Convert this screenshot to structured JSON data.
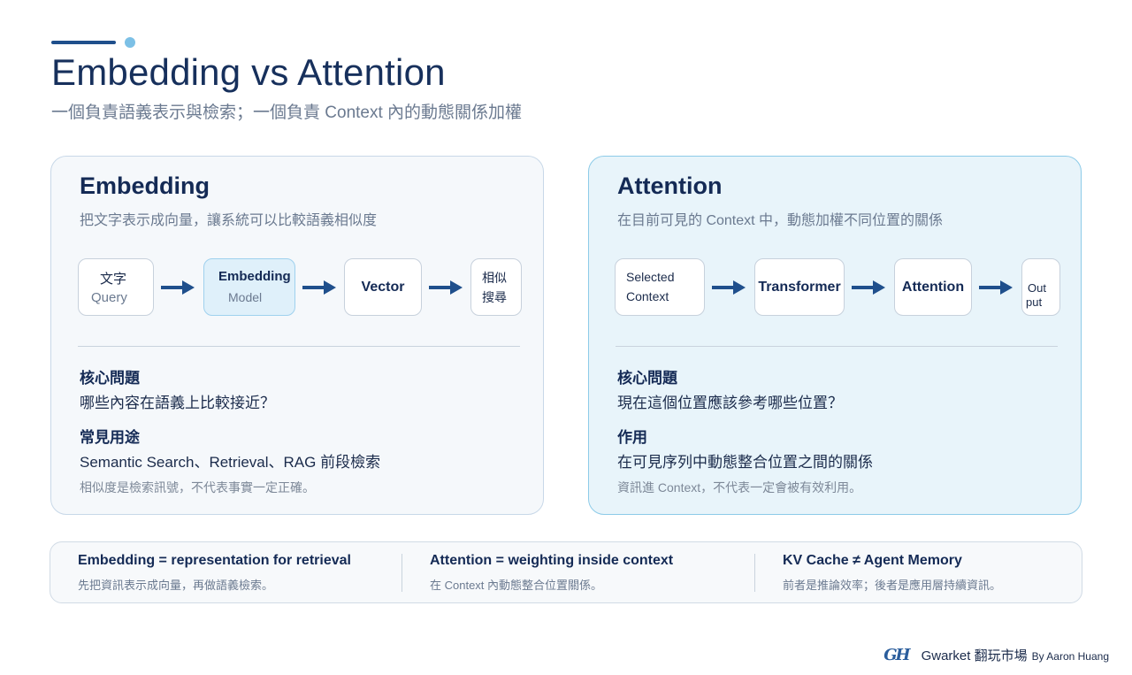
{
  "header": {
    "title": "Embedding vs Attention",
    "subtitle": "一個負責語義表示與檢索；一個負責 Context 內的動態關係加權"
  },
  "embedding": {
    "title": "Embedding",
    "description": "把文字表示成向量，讓系統可以比較語義相似度",
    "flow": [
      {
        "line1": "文字",
        "line2": "Query"
      },
      {
        "line1": "Embedding",
        "line2": "Model"
      },
      {
        "label": "Vector"
      },
      {
        "line1": "相似",
        "line2": "搜尋"
      }
    ],
    "q1_label": "核心問題",
    "q1_text": "哪些內容在語義上比較接近？",
    "q2_label": "常見用途",
    "q2_text": "Semantic Search、Retrieval、RAG 前段檢索",
    "note": "相似度是檢索訊號，不代表事實一定正確。"
  },
  "attention": {
    "title": "Attention",
    "description": "在目前可見的 Context 中，動態加權不同位置的關係",
    "flow": [
      {
        "line1": "Selected",
        "line2": "Context"
      },
      {
        "label": "Transformer"
      },
      {
        "label": "Attention"
      },
      {
        "line1": "Out",
        "line2": "put"
      }
    ],
    "q1_label": "核心問題",
    "q1_text": "現在這個位置應該參考哪些位置？",
    "q2_label": "作用",
    "q2_text": "在可見序列中動態整合位置之間的關係",
    "note": "資訊進 Context，不代表一定會被有效利用。"
  },
  "summary": [
    {
      "title": "Embedding = representation for retrieval",
      "text": "先把資訊表示成向量，再做語義檢索。"
    },
    {
      "title": "Attention = weighting inside context",
      "text": "在 Context 內動態整合位置關係。"
    },
    {
      "title": "KV Cache ≠ Agent Memory",
      "text": "前者是推論效率；後者是應用層持續資訊。"
    }
  ],
  "footer": {
    "logo": "GH",
    "brand": "Gwarket 翻玩市場",
    "author": "By Aaron Huang"
  },
  "colors": {
    "title": "#17305c",
    "arrow": "#1f4f8c",
    "accent_dot": "#7cc0e6",
    "right_panel_bg": "#e8f4fa"
  },
  "icons": [
    "arrow-right-icon",
    "gwarket-logo-icon"
  ]
}
